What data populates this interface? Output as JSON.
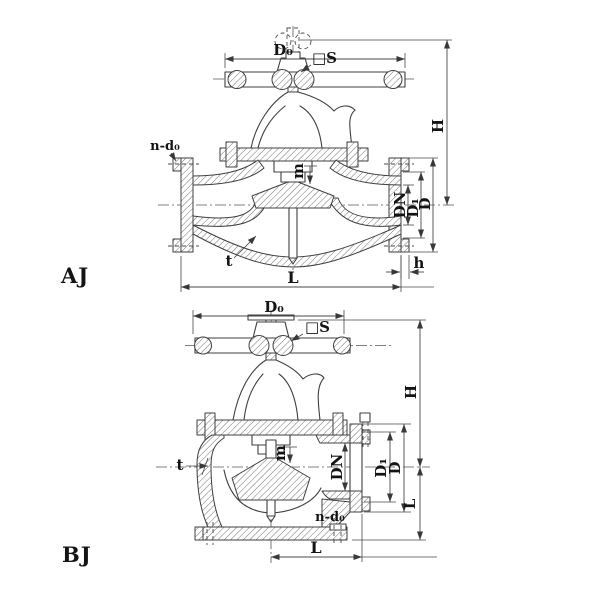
{
  "colors": {
    "line": "#3f3f3f",
    "dimension": "#4a4a4a",
    "text": "#141414",
    "background": "#ffffff"
  },
  "views": {
    "aj": {
      "label": "AJ",
      "dims": {
        "d0": "D₀",
        "s": "□S",
        "H": "H",
        "nd0": "n-d₀",
        "m": "m",
        "DN": "DN",
        "D1": "D₁",
        "D": "D",
        "h": "h",
        "t": "t",
        "L": "L"
      }
    },
    "bj": {
      "label": "BJ",
      "dims": {
        "d0": "D₀",
        "s": "□S",
        "H": "H",
        "nd0": "n-d₀",
        "m": "m",
        "DN": "DN",
        "D1": "D₁",
        "D": "D",
        "Lv": "L",
        "t": "t",
        "L": "L"
      }
    }
  }
}
